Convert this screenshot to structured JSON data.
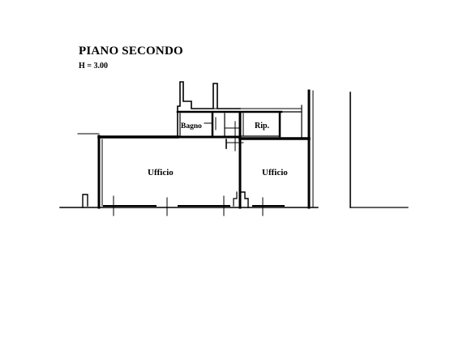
{
  "plan": {
    "title": "PIANO SECONDO",
    "height_note": "H = 3.00",
    "rooms": {
      "bagno": "Bagno",
      "ripostiglio": "Rip.",
      "ufficio_left": "Ufficio",
      "ufficio_right": "Ufficio"
    }
  },
  "colors": {
    "wall": "#000000",
    "background": "#ffffff"
  }
}
